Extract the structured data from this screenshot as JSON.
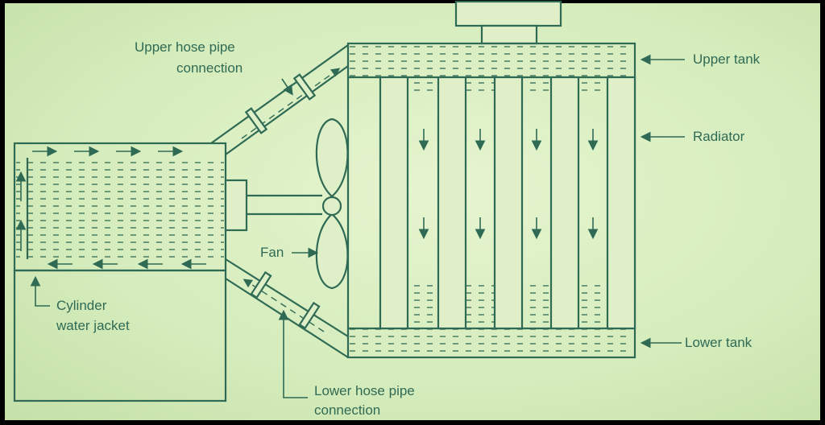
{
  "labels": {
    "upper_hose_line1": "Upper hose pipe",
    "upper_hose_line2": "connection",
    "upper_tank": "Upper tank",
    "radiator": "Radiator",
    "fan": "Fan",
    "cylinder_line1": "Cylinder",
    "cylinder_line2": "water jacket",
    "lower_tank": "Lower tank",
    "lower_hose_line1": "Lower hose pipe",
    "lower_hose_line2": "connection"
  },
  "colors": {
    "ink": "#2f6a55",
    "paper": "#dff0c8",
    "frame": "#000000"
  }
}
